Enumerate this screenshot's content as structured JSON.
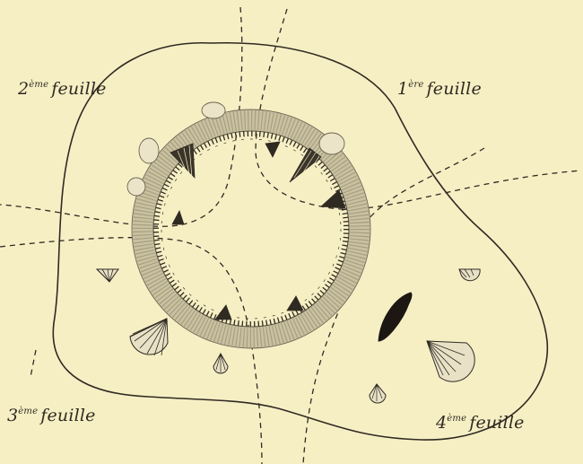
{
  "labels": {
    "leaf_1": {
      "num": "1",
      "sup": "ère",
      "word": "feuille"
    },
    "leaf_2": {
      "num": "2",
      "sup": "ème",
      "word": "feuille"
    },
    "leaf_3": {
      "num": "3",
      "sup": "ème",
      "word": "feuille"
    },
    "leaf_4": {
      "num": "4",
      "sup": "ème",
      "word": "feuille"
    }
  },
  "colors": {
    "paper": "#f7efc4",
    "ink": "#2f2a22",
    "ring_fill": "#e7e0c2",
    "bundle_fill": "#e8e1c6",
    "resin_canal": "#1c1712"
  }
}
